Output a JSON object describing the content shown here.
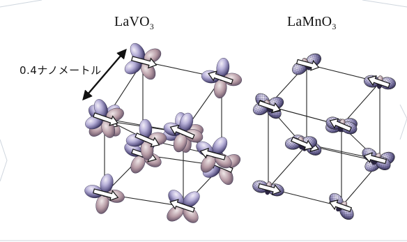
{
  "panels": {
    "left": {
      "formula_main": "LaVO",
      "formula_sub": "3"
    },
    "right": {
      "formula_main": "LaMnO",
      "formula_sub": "3"
    }
  },
  "dimension_label": "0.4ナノメートル",
  "colors": {
    "background": "#ffffff",
    "border_lines": "#cfd6de",
    "cube_edges": "#222222",
    "orbital_light": "#dcd6ea",
    "orbital_mid": "#9b93c2",
    "orbital_dark": "#3a3560",
    "orbital_warm": "#b88a80",
    "arrow_fill": "#ffffff",
    "arrow_stroke": "#111111"
  },
  "icons": [
    "double-headed-arrow-icon",
    "spin-arrow-icon",
    "d-orbital-lobe-icon"
  ]
}
